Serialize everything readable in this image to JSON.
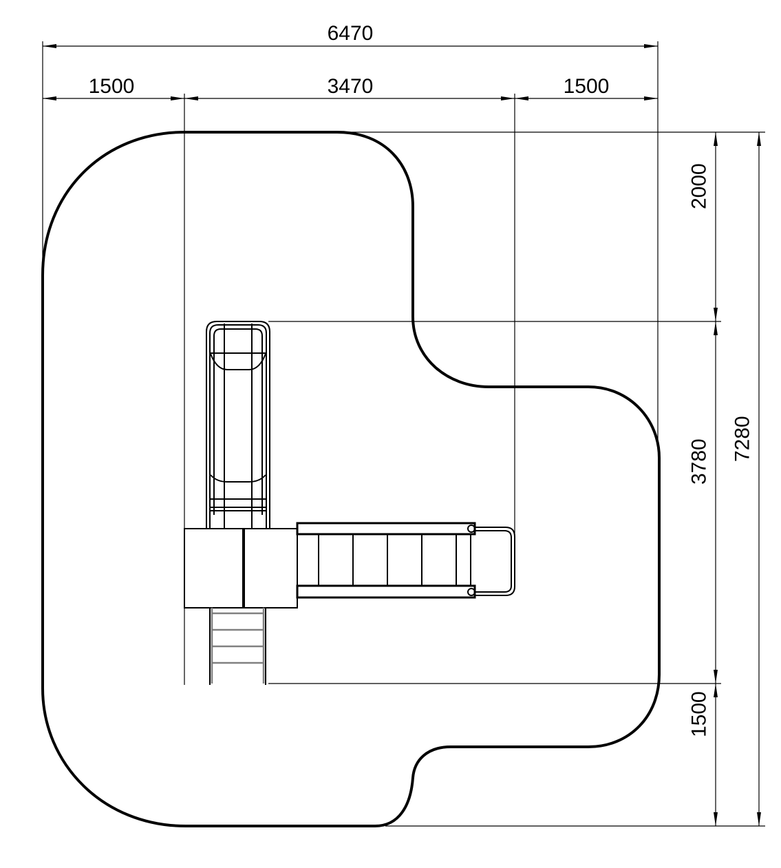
{
  "drawing": {
    "units": "mm",
    "dimensions": {
      "overall_width": "6470",
      "left_clearance": "1500",
      "equipment_width": "3470",
      "right_clearance": "1500",
      "top_clearance": "2000",
      "equipment_depth": "3780",
      "bottom_clearance": "1500",
      "overall_depth": "7280"
    }
  }
}
